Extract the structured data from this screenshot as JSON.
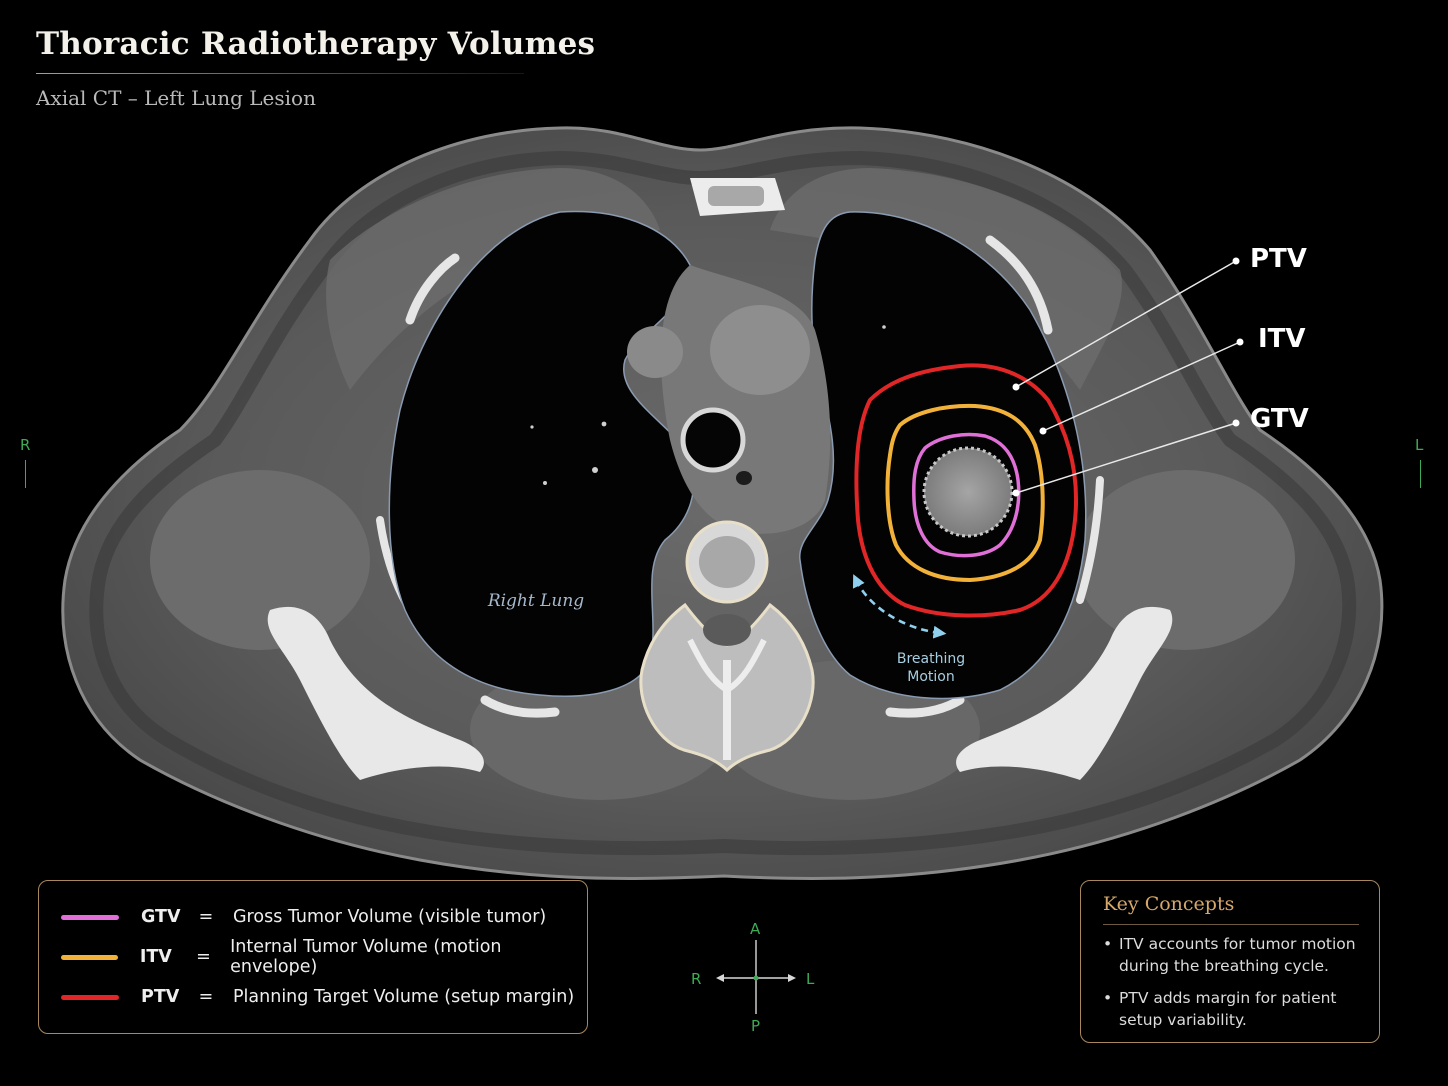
{
  "header": {
    "title": "Thoracic Radiotherapy Volumes",
    "subtitle": "Axial CT – Left Lung Lesion"
  },
  "image": {
    "right_lung_label": "Right Lung",
    "breathing_label_line1": "Breathing",
    "breathing_label_line2": "Motion",
    "side_right": "R",
    "side_left": "L"
  },
  "volume_labels": {
    "ptv": "PTV",
    "itv": "ITV",
    "gtv": "GTV"
  },
  "colors": {
    "gtv": "#e070d8",
    "itv": "#f2b23a",
    "ptv": "#e02626",
    "breathing_arrow": "#8fd0ee",
    "accent_gold": "#d6a86a",
    "orientation_green": "#3faa55"
  },
  "legend": {
    "items": [
      {
        "abbr": "GTV",
        "eq": "=",
        "desc": "Gross Tumor Volume (visible tumor)"
      },
      {
        "abbr": "ITV",
        "eq": "=",
        "desc": "Internal Tumor Volume (motion envelope)"
      },
      {
        "abbr": "PTV",
        "eq": "=",
        "desc": "Planning Target Volume (setup margin)"
      }
    ]
  },
  "compass": {
    "anterior": "A",
    "posterior": "P",
    "right": "R",
    "left": "L"
  },
  "key_concepts": {
    "title": "Key Concepts",
    "bullet": "•",
    "items": [
      "ITV accounts for tumor motion during the breathing cycle.",
      "PTV adds margin for patient setup variability."
    ]
  }
}
